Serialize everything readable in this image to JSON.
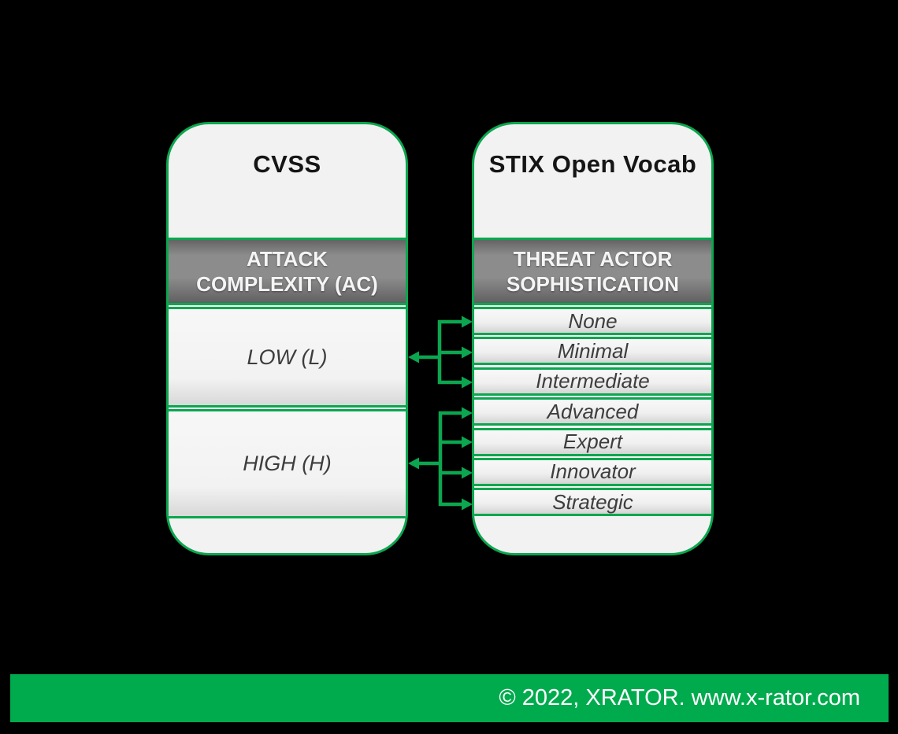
{
  "colors": {
    "background": "#000000",
    "accent_green": "#0BA64F",
    "footer_green": "#00AB4E",
    "header_band_gray": "#8c8c8c",
    "panel_background": "#f2f2f2"
  },
  "left_panel": {
    "title": "CVSS",
    "header_lines": [
      "ATTACK",
      "COMPLEXITY (AC)"
    ],
    "rows": [
      {
        "label": "LOW (L)"
      },
      {
        "label": "HIGH (H)"
      }
    ]
  },
  "right_panel": {
    "title": "STIX Open Vocab",
    "header_lines": [
      "THREAT ACTOR",
      "SOPHISTICATION"
    ],
    "rows": [
      {
        "label": "None"
      },
      {
        "label": "Minimal"
      },
      {
        "label": "Intermediate"
      },
      {
        "label": "Advanced"
      },
      {
        "label": "Expert"
      },
      {
        "label": "Innovator"
      },
      {
        "label": "Strategic"
      }
    ]
  },
  "mappings": [
    {
      "from": "LOW (L)",
      "to": [
        "None",
        "Minimal",
        "Intermediate"
      ]
    },
    {
      "from": "HIGH (H)",
      "to": [
        "Advanced",
        "Expert",
        "Innovator",
        "Strategic"
      ]
    }
  ],
  "footer": {
    "text": "© 2022, XRATOR. www.x-rator.com"
  }
}
